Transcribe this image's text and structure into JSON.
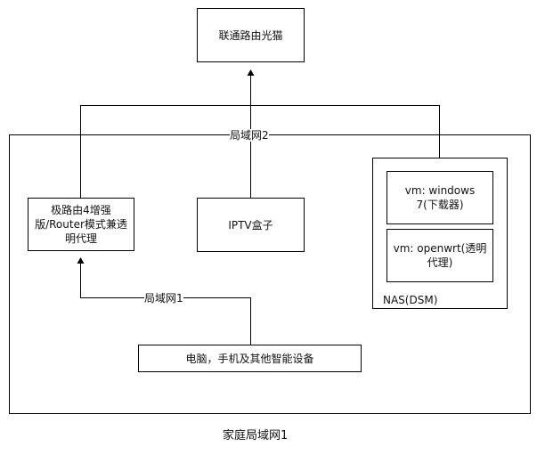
{
  "nodes": {
    "modem": "联通路由光猫",
    "router": "极路由4增强版/Router模式兼透明代理",
    "iptv": "IPTV盒子",
    "vm_windows": "vm: windows 7(下载器)",
    "vm_openwrt": "vm: openwrt(透明代理)",
    "devices": "电脑，手机及其他智能设备"
  },
  "labels": {
    "lan2": "局域网2",
    "lan1": "局域网1",
    "nas": "NAS(DSM)",
    "home": "家庭局域网1"
  }
}
